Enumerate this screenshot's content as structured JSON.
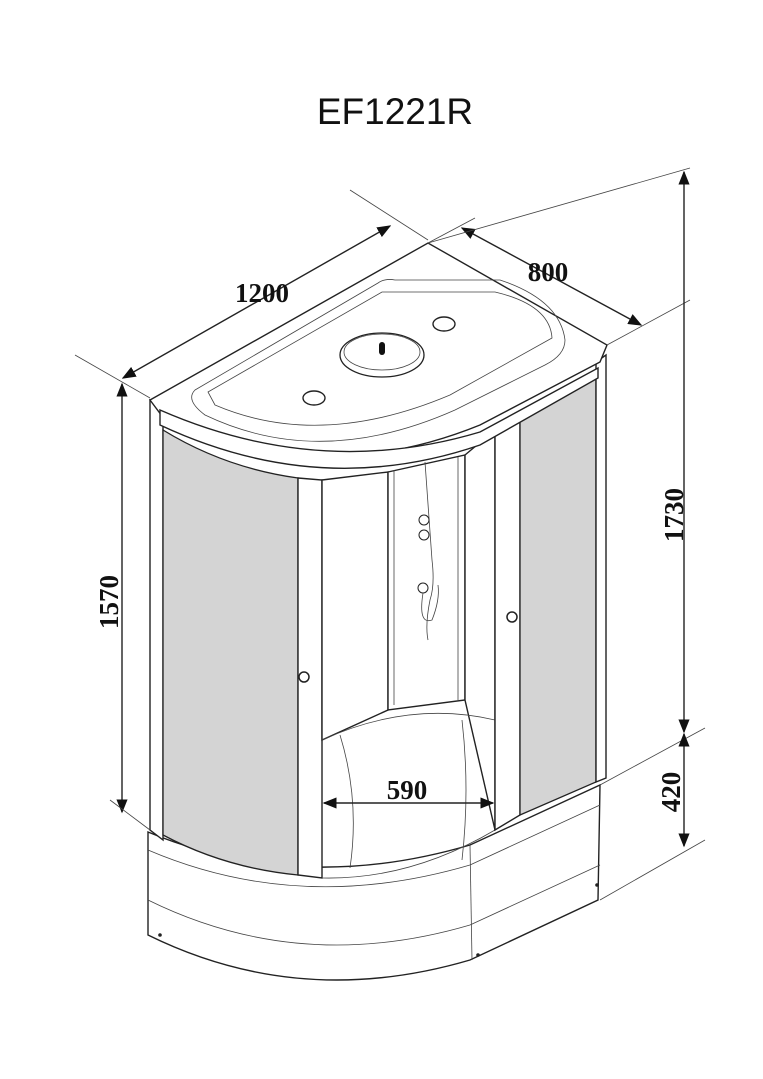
{
  "title": "EF1221R",
  "dimensions": {
    "width": "1200",
    "depth": "800",
    "total_height": "1730",
    "cabin_height": "1570",
    "tray_height": "420",
    "door_opening": "590"
  },
  "colors": {
    "glass": "#d4d4d4",
    "line": "#222222"
  }
}
